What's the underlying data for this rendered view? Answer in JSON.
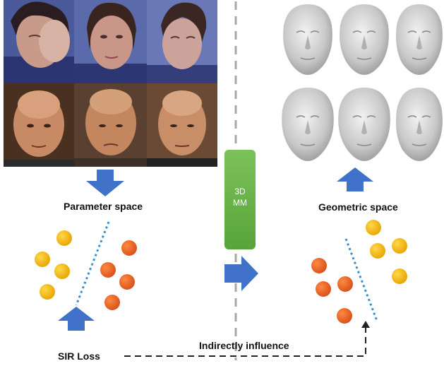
{
  "labels": {
    "parameter_space": "Parameter space",
    "geometric_space": "Geometric space",
    "sir_loss": "SIR Loss",
    "indirect": "Indirectly influence"
  },
  "model_box": {
    "line1": "3D",
    "line2": "MM"
  },
  "colors": {
    "arrow_blue": "#3f72c8",
    "arrow_blue_light": "#6a98e0",
    "box_green": "#67b04a",
    "dot_yellow": "#f5b400",
    "dot_orange": "#ee6a1c",
    "divider_blue": "#3a8fd0",
    "divider_gray": "#a8a8a8"
  },
  "photos": [
    {
      "name": "photo-woman-1"
    },
    {
      "name": "photo-woman-2"
    },
    {
      "name": "photo-woman-3"
    },
    {
      "name": "photo-man-1"
    },
    {
      "name": "photo-man-2"
    },
    {
      "name": "photo-man-3"
    }
  ],
  "faces_3d": [
    {
      "name": "face-3d-1"
    },
    {
      "name": "face-3d-2"
    },
    {
      "name": "face-3d-3"
    },
    {
      "name": "face-3d-4"
    },
    {
      "name": "face-3d-5"
    },
    {
      "name": "face-3d-6"
    }
  ]
}
